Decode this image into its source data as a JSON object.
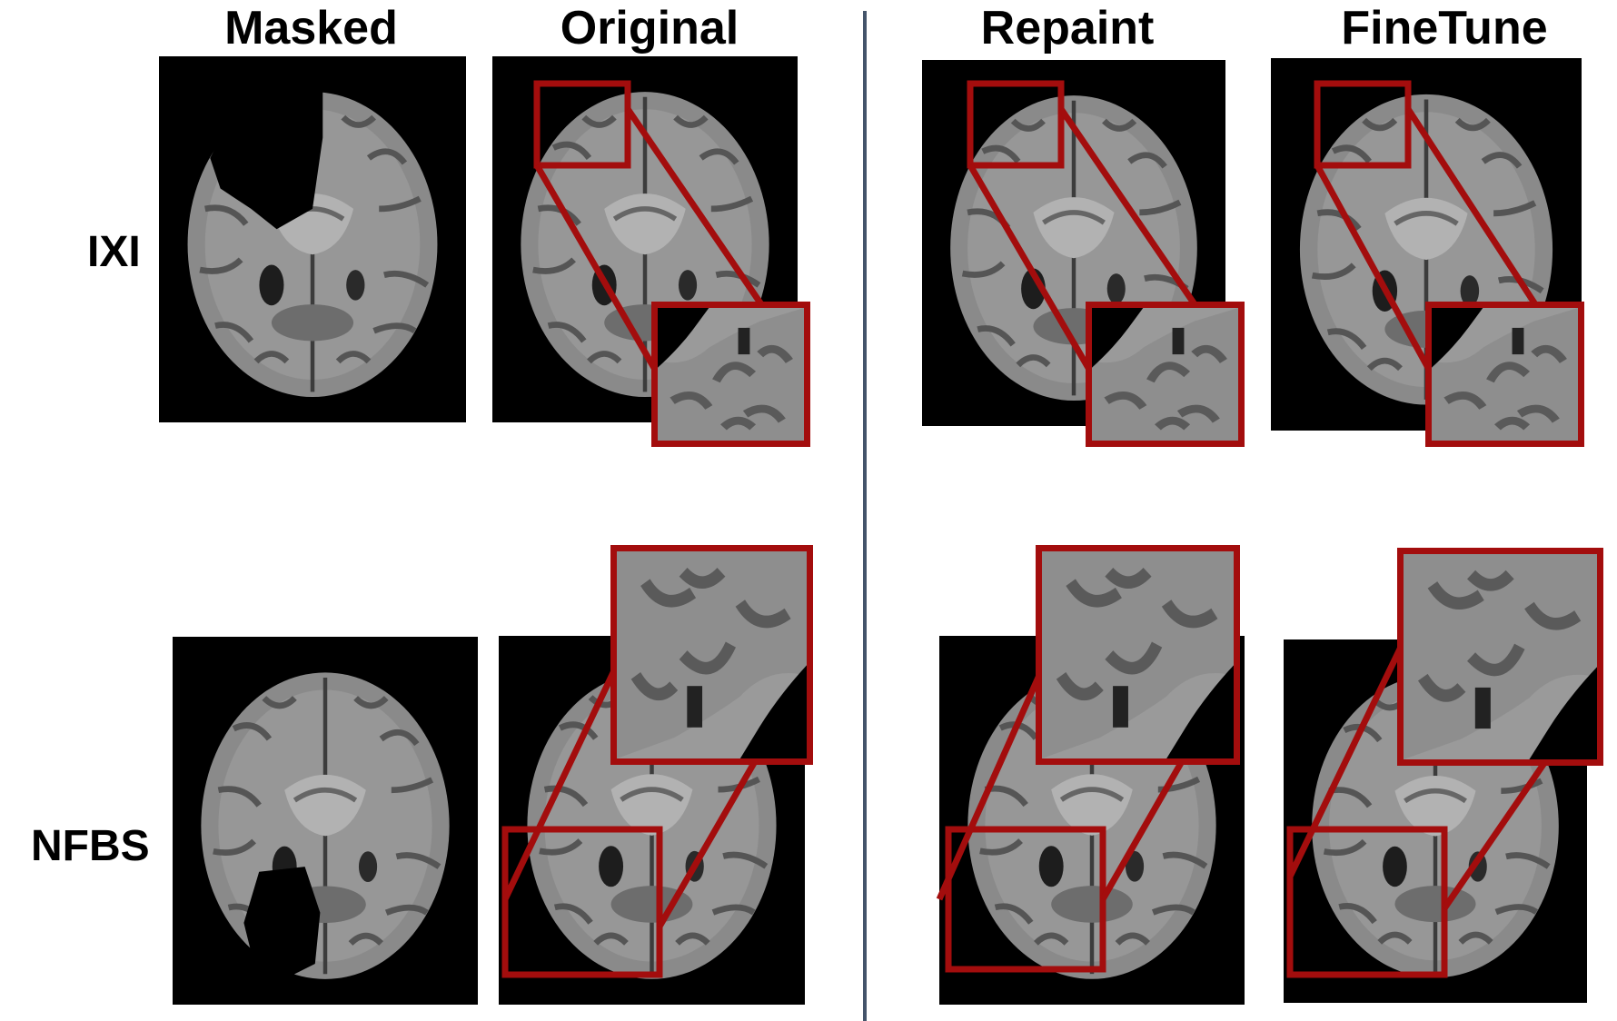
{
  "columns": [
    "Masked",
    "Original",
    "Repaint",
    "FineTune"
  ],
  "rows": [
    "IXI",
    "NFBS"
  ],
  "colors": {
    "highlight": "#a30d0d",
    "divider": "#44546a",
    "background": "#ffffff",
    "scan_background": "#000000",
    "tissue": "#8c8c8c",
    "gyri": "#5a5a5a"
  }
}
